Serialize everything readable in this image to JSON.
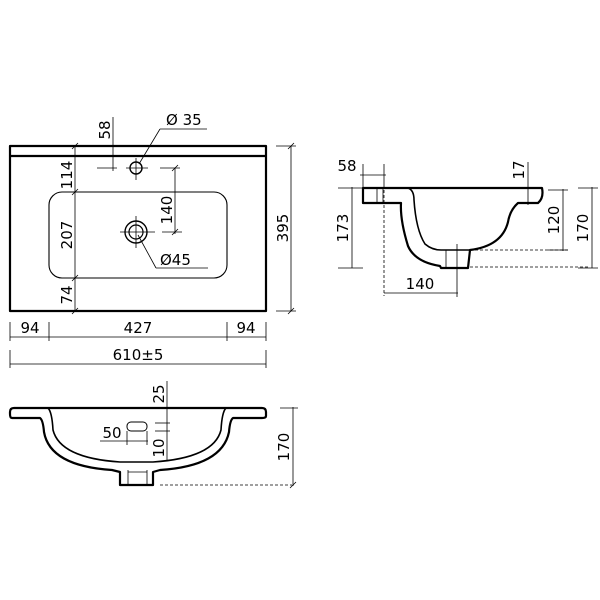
{
  "top_view": {
    "tap_hole": "Ø 35",
    "drain": "Ø45",
    "tap_offset": "58",
    "back_to_tap": "114",
    "basin_depth": "207",
    "front_margin": "74",
    "tap_to_drain": "140",
    "depth": "395",
    "left_margin": "94",
    "basin_width": "427",
    "right_margin": "94",
    "width": "610±5"
  },
  "side_view": {
    "back_offset": "58",
    "rim_thickness": "17",
    "total_height_left": "173",
    "bowl_depth": "120",
    "total_height": "170",
    "drain_offset": "140"
  },
  "front_view": {
    "overflow_top": "25",
    "overflow_width": "50",
    "overflow_height": "10",
    "height": "170"
  }
}
